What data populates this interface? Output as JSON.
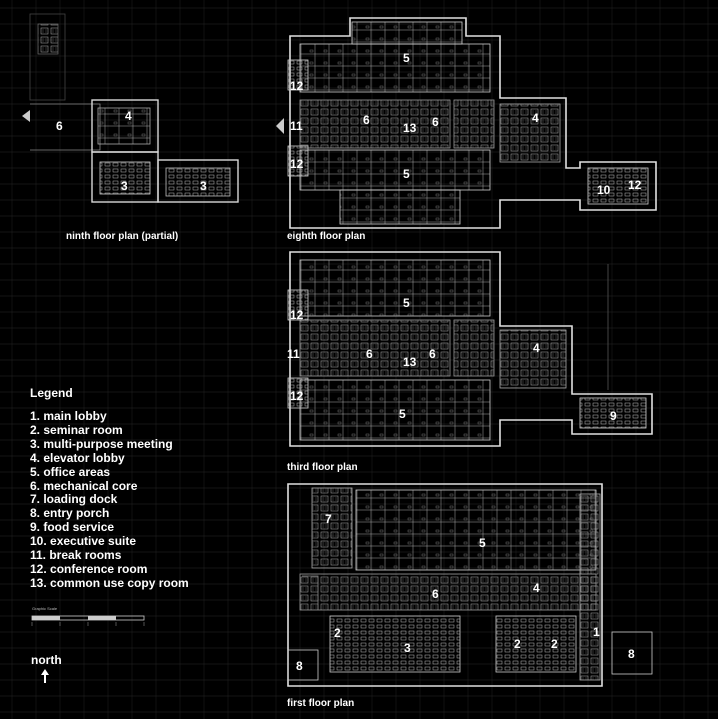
{
  "captions": {
    "ninth": "ninth floor plan (partial)",
    "eighth": "eighth floor plan",
    "third": "third floor plan",
    "first": "first floor plan"
  },
  "legend": {
    "title": "Legend",
    "items": [
      "1. main lobby",
      "2. seminar room",
      "3. multi-purpose meeting",
      "4. elevator lobby",
      "5. office areas",
      "6. mechanical core",
      "7. loading dock",
      "8. entry porch",
      "9. food service",
      "10. executive suite",
      "11. break rooms",
      "12. conference room",
      "13. common use copy room"
    ]
  },
  "scale_label": "Graphic Scale",
  "north_label": "north",
  "room_numbers": {
    "ninth": [
      "6",
      "4",
      "3",
      "3"
    ],
    "eighth": [
      "5",
      "12",
      "11",
      "6",
      "13",
      "6",
      "4",
      "12",
      "5",
      "10",
      "12"
    ],
    "third": [
      "5",
      "12",
      "11",
      "6",
      "13",
      "6",
      "4",
      "12",
      "5",
      "9"
    ],
    "first": [
      "7",
      "5",
      "4",
      "6",
      "2",
      "3",
      "2",
      "2",
      "1",
      "8",
      "8"
    ]
  },
  "colors": {
    "background": "#000000",
    "linework": "#d8d8d8",
    "text": "#ffffff"
  }
}
